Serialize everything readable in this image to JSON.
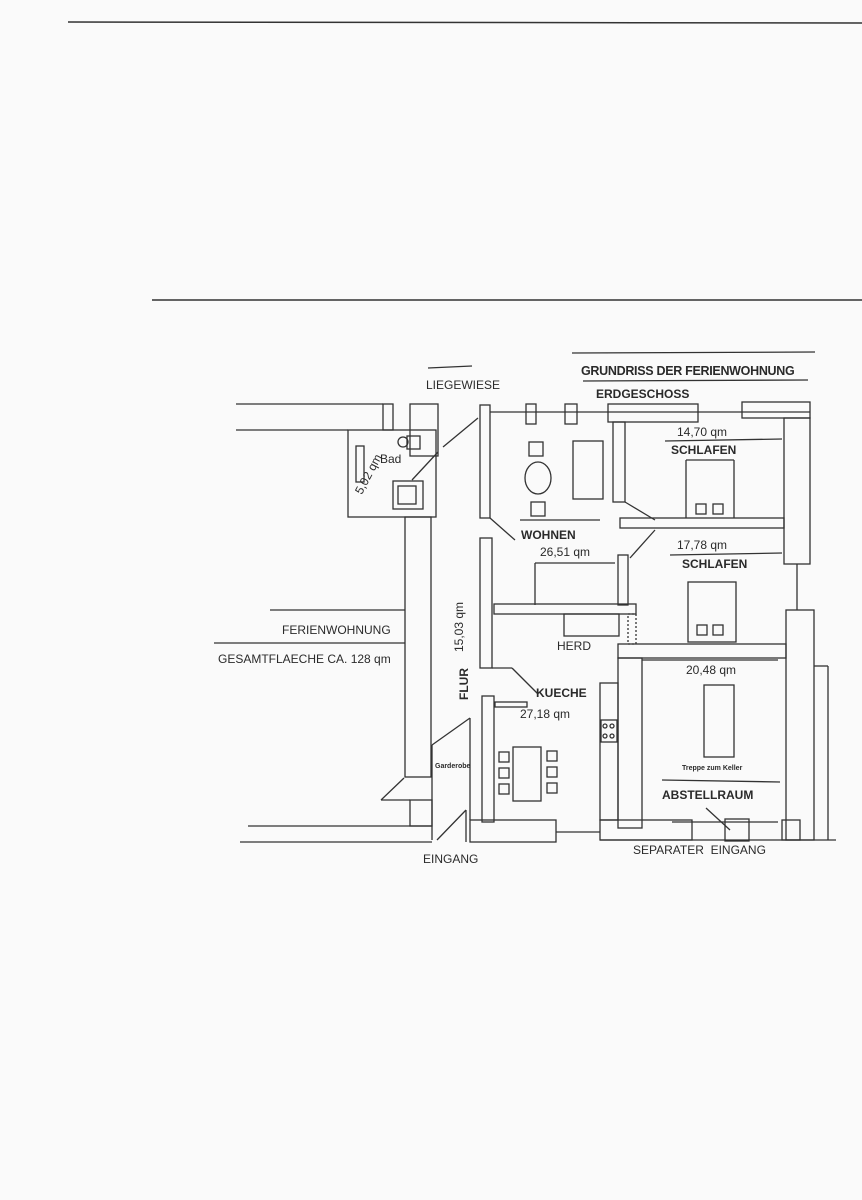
{
  "title": "GRUNDRISS DER FERIENWOHNUNG",
  "floor": "ERDGESCHOSS",
  "outside_label": "LIEGEWIESE",
  "apartment": {
    "name": "FERIENWOHNUNG",
    "total_area": "GESAMTFLAECHE CA. 128 qm"
  },
  "rooms": {
    "bad": {
      "name": "Bad",
      "area": "5,02 qm"
    },
    "wohnen": {
      "name": "WOHNEN",
      "area": "26,51 qm"
    },
    "schlafen1": {
      "name": "SCHLAFEN",
      "area": "14,70 qm"
    },
    "schlafen2": {
      "name": "SCHLAFEN",
      "area": "17,78 qm"
    },
    "flur": {
      "name": "FLUR",
      "area": "15,03 qm"
    },
    "kueche": {
      "name": "KUECHE",
      "area": "27,18 qm"
    },
    "herd": "HERD",
    "garderobe": "Garderobe",
    "abstellraum": {
      "name": "ABSTELLRAUM",
      "area": "20,48 qm",
      "note": "Treppe zum Keller"
    }
  },
  "entrances": {
    "main": "EINGANG",
    "separate": "SEPARATER  EINGANG"
  }
}
